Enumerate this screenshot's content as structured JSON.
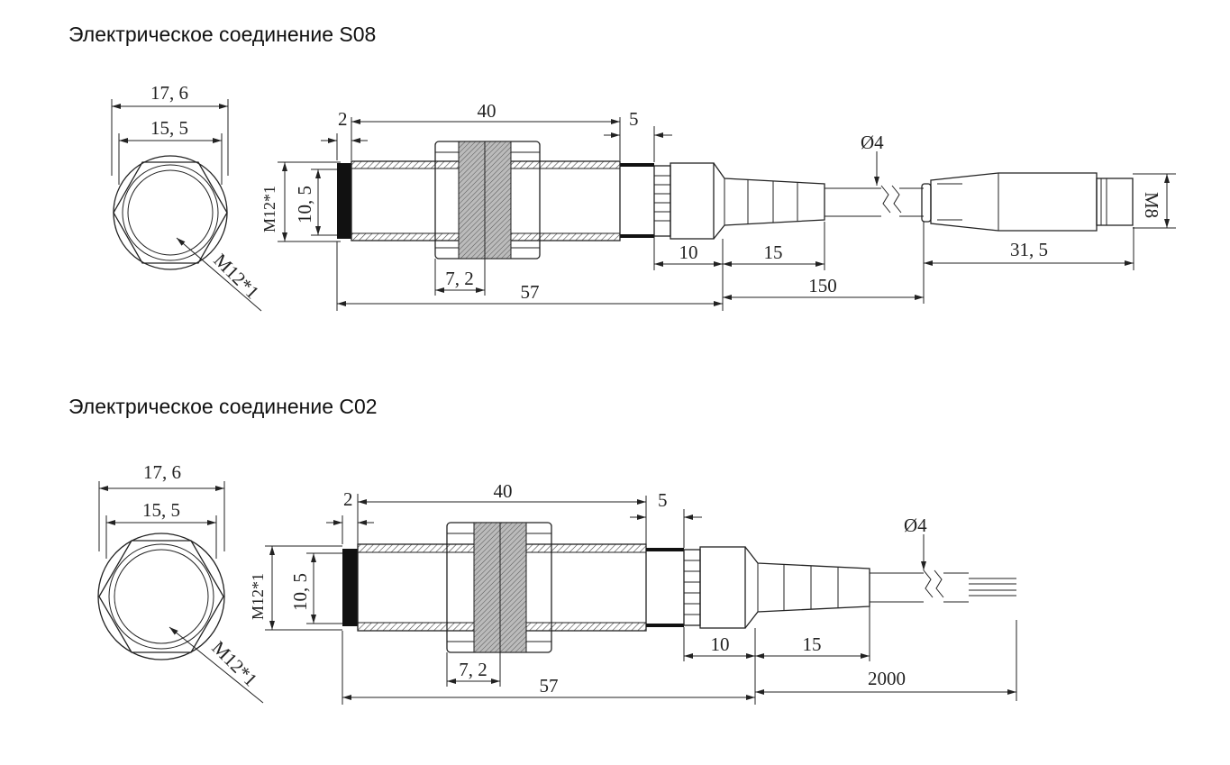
{
  "titles": {
    "s08": "Электрическое соединение S08",
    "c02": "Электрическое соединение C02"
  },
  "dims": {
    "s08": {
      "outer_width": "17, 6",
      "inner_width": "15, 5",
      "thread_face": "M12*1",
      "thread_side": "M12*1",
      "bore": "10, 5",
      "front_gap": "2",
      "body_len": "40",
      "tail_len": "5",
      "nut": "7, 2",
      "total_len": "57",
      "seg10": "10",
      "seg15": "15",
      "cable_len": "150",
      "cable_dia": "Ø4",
      "connector_len": "31, 5",
      "connector_thread": "M8"
    },
    "c02": {
      "outer_width": "17, 6",
      "inner_width": "15, 5",
      "thread_face": "M12*1",
      "thread_side": "M12*1",
      "bore": "10, 5",
      "front_gap": "2",
      "body_len": "40",
      "tail_len": "5",
      "nut": "7, 2",
      "total_len": "57",
      "seg10": "10",
      "seg15": "15",
      "cable_len": "2000",
      "cable_dia": "Ø4"
    }
  }
}
